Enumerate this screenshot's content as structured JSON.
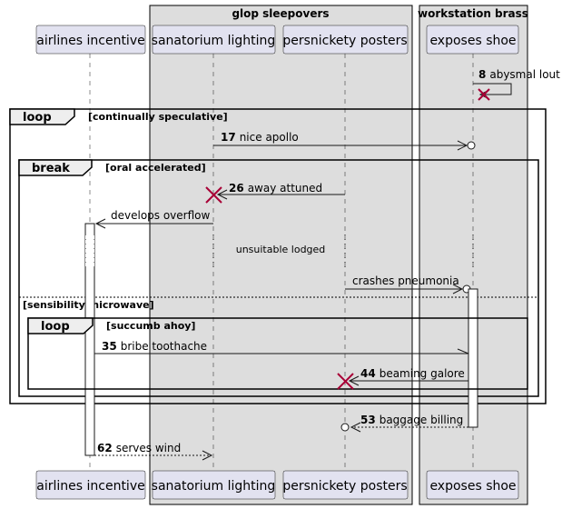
{
  "groups": {
    "glop": "glop sleepovers",
    "workstation": "workstation brass"
  },
  "participants": {
    "airlines": "airlines incentive",
    "sanatorium": "sanatorium lighting",
    "persnickety": "persnickety posters",
    "exposes": "exposes shoe"
  },
  "messages": {
    "m8": {
      "num": "8",
      "label": "abysmal lout"
    },
    "m17": {
      "num": "17",
      "label": "nice apollo"
    },
    "m26": {
      "num": "26",
      "label": "away attuned"
    },
    "m_overflow": {
      "label": "develops overflow"
    },
    "m_crashes": {
      "label": "crashes pneumonia"
    },
    "m35": {
      "num": "35",
      "label": "bribe toothache"
    },
    "m44": {
      "num": "44",
      "label": "beaming galore"
    },
    "m53": {
      "num": "53",
      "label": "baggage billing"
    },
    "m62": {
      "num": "62",
      "label": "serves wind"
    }
  },
  "frames": {
    "loop_outer": {
      "keyword": "loop",
      "condition": "[continually speculative]"
    },
    "break": {
      "keyword": "break",
      "condition": "[oral accelerated]"
    },
    "else_cond": "[sensibility microwave]",
    "loop_inner": {
      "keyword": "loop",
      "condition": "[succumb ahoy]"
    }
  },
  "delay_label": "unsuitable lodged"
}
